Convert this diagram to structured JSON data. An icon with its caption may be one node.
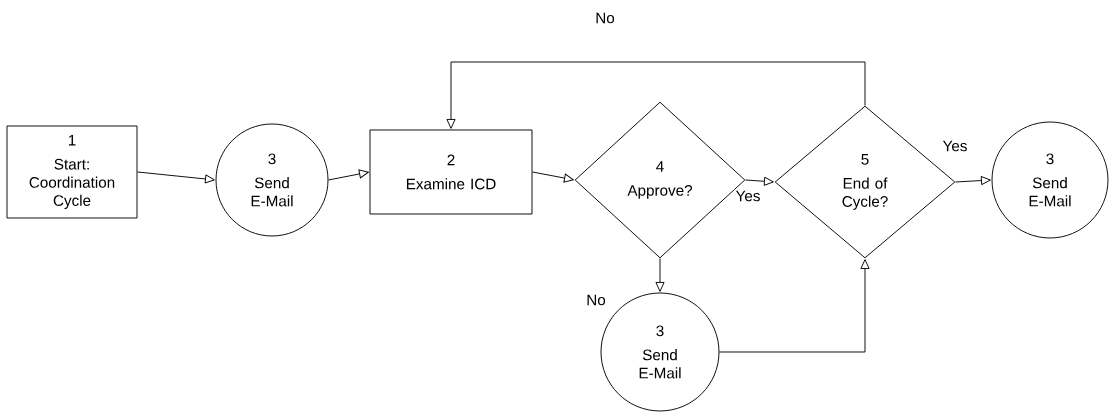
{
  "diagram": {
    "nodes": [
      {
        "text": [
          "1",
          "Start: Coordination Cycle"
        ]
      },
      {
        "text": [
          "3",
          "Send E-Mail"
        ]
      },
      {
        "text": [
          "2",
          "Examine ICD"
        ]
      },
      {
        "text": [
          "4",
          "Approve?"
        ]
      },
      {
        "text": [
          "5",
          "End of Cycle?"
        ]
      },
      {
        "text": [
          "3",
          "Send E-Mail"
        ]
      },
      {
        "text": [
          "3",
          "Send E-Mail"
        ]
      }
    ],
    "edges": [
      {
        "from": 0,
        "to": 1,
        "arrow": "to"
      },
      {
        "from": 1,
        "to": 2,
        "arrow": "to"
      },
      {
        "from": 2,
        "to": 3,
        "arrow": "to"
      },
      {
        "from": 3,
        "to": 4,
        "arrow": "to",
        "label": "Yes"
      },
      {
        "from": 4,
        "to": 5,
        "arrow": "to",
        "label": "Yes"
      },
      {
        "from": 3,
        "to": 6,
        "arrow": "to",
        "label": "No"
      },
      {
        "from": 6,
        "to": 4,
        "arrow": "to"
      },
      {
        "from": 4,
        "to": 2,
        "arrow": "to",
        "label": "No"
      }
    ]
  }
}
